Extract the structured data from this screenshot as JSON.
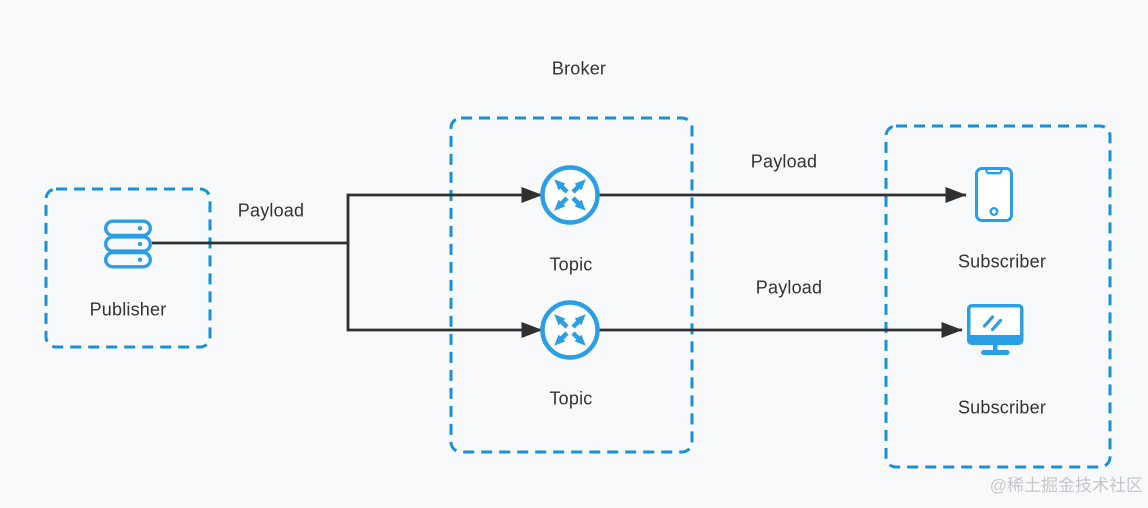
{
  "diagram": {
    "broker_label": "Broker",
    "nodes": {
      "publisher": {
        "label": "Publisher",
        "icon": "server-stack-icon"
      },
      "topic1": {
        "label": "Topic",
        "icon": "broadcast-route-icon"
      },
      "topic2": {
        "label": "Topic",
        "icon": "broadcast-route-icon"
      },
      "subscriber1": {
        "label": "Subscriber",
        "icon": "smartphone-icon"
      },
      "subscriber2": {
        "label": "Subscriber",
        "icon": "monitor-icon"
      }
    },
    "edges": {
      "publisher_to_topics": {
        "label": "Payload"
      },
      "topic1_to_subscriber1": {
        "label": "Payload"
      },
      "topic2_to_subscriber2": {
        "label": "Payload"
      }
    },
    "watermark": "@稀土掘金技术社区",
    "colors": {
      "background": "#f8f9fa",
      "box_border": "#1791d9",
      "icon_blue": "#2b9fe6",
      "edge": "#303030",
      "text": "#333333",
      "watermark": "#c4c8cc"
    }
  }
}
